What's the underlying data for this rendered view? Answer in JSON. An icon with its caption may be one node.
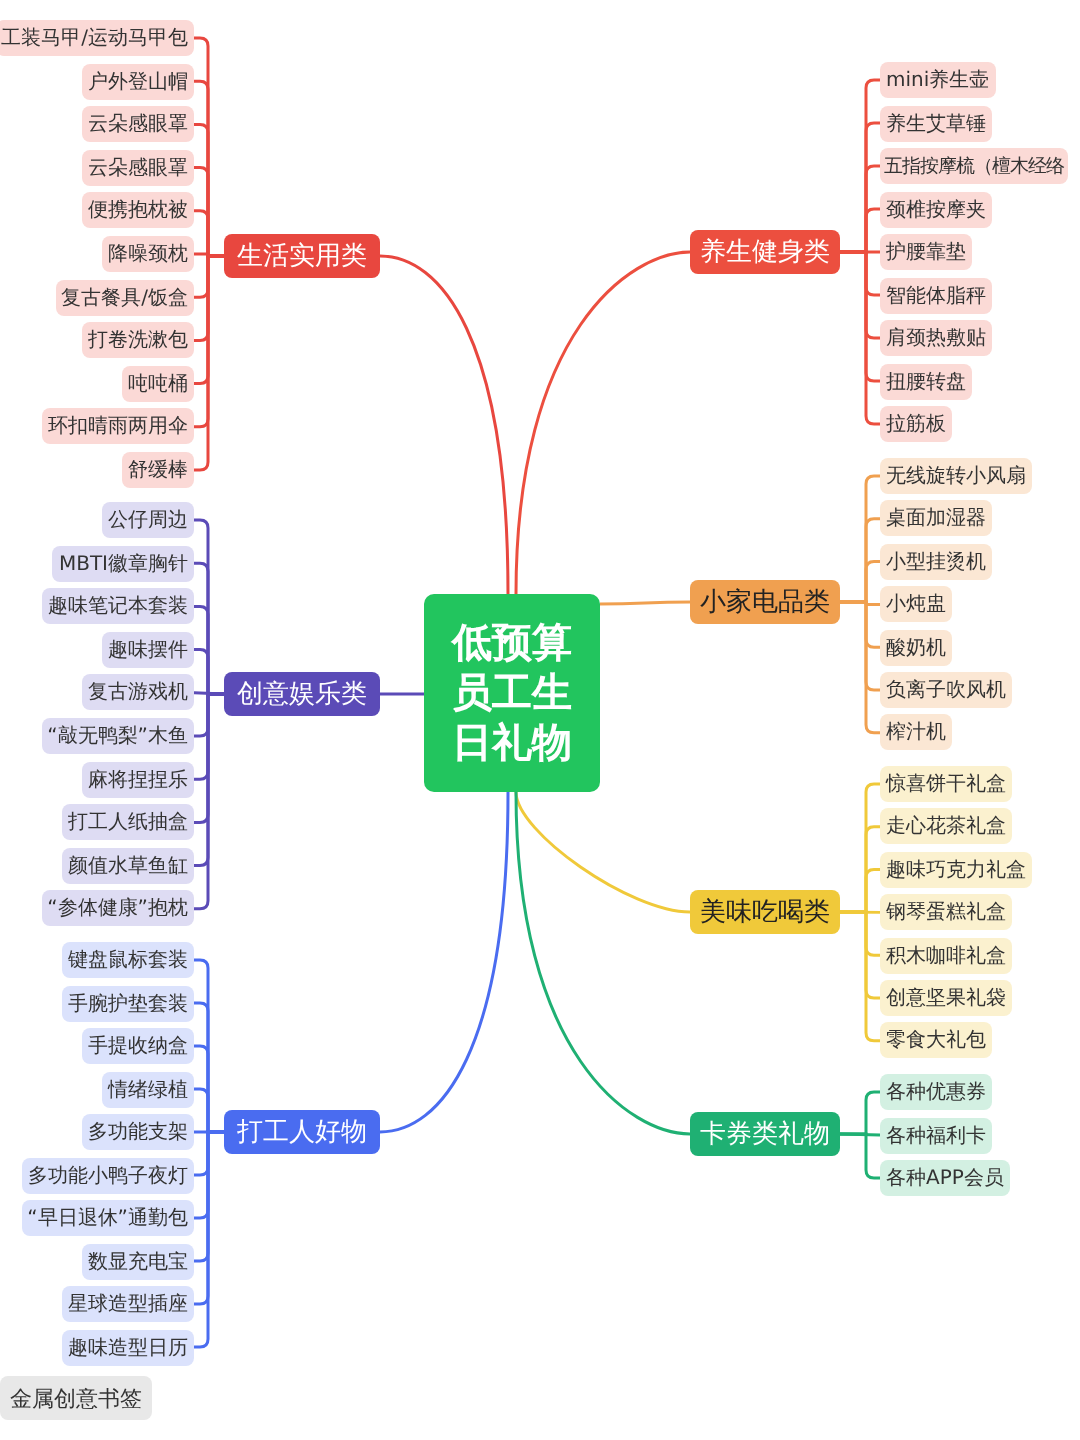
{
  "diagram": {
    "nodes": [
      {
        "text": [
          "低预算员工生日礼物"
        ]
      },
      {
        "text": [
          "生活实用类"
        ]
      },
      {
        "text": [
          "养生健身类"
        ]
      },
      {
        "text": [
          "创意娱乐类"
        ]
      },
      {
        "text": [
          "小家电品类"
        ]
      },
      {
        "text": [
          "打工人好物"
        ]
      },
      {
        "text": [
          "美味吃喝类"
        ]
      },
      {
        "text": [
          "卡券类礼物"
        ]
      },
      {
        "text": [
          "工装马甲/运动马甲包"
        ]
      },
      {
        "text": [
          "户外登山帽"
        ]
      },
      {
        "text": [
          "云朵感眼罩"
        ]
      },
      {
        "text": [
          "云朵感眼罩"
        ]
      },
      {
        "text": [
          "便携抱枕被"
        ]
      },
      {
        "text": [
          "降噪颈枕"
        ]
      },
      {
        "text": [
          "复古餐具/饭盒"
        ]
      },
      {
        "text": [
          "打卷洗漱包"
        ]
      },
      {
        "text": [
          "吨吨桶"
        ]
      },
      {
        "text": [
          "环扣晴雨两用伞"
        ]
      },
      {
        "text": [
          "舒缓棒"
        ]
      },
      {
        "text": [
          "mini养生壶"
        ]
      },
      {
        "text": [
          "养生艾草锤"
        ]
      },
      {
        "text": [
          "五指按摩梳（檀木经络"
        ]
      },
      {
        "text": [
          "颈椎按摩夹"
        ]
      },
      {
        "text": [
          "护腰靠垫"
        ]
      },
      {
        "text": [
          "智能体脂秤"
        ]
      },
      {
        "text": [
          "肩颈热敷贴"
        ]
      },
      {
        "text": [
          "扭腰转盘"
        ]
      },
      {
        "text": [
          "拉筋板"
        ]
      },
      {
        "text": [
          "公仔周边"
        ]
      },
      {
        "text": [
          "MBTI徽章胸针"
        ]
      },
      {
        "text": [
          "趣味笔记本套装"
        ]
      },
      {
        "text": [
          "趣味摆件"
        ]
      },
      {
        "text": [
          "复古游戏机"
        ]
      },
      {
        "text": [
          "“敲无鸭梨”木鱼"
        ]
      },
      {
        "text": [
          "麻将捏捏乐"
        ]
      },
      {
        "text": [
          "打工人纸抽盒"
        ]
      },
      {
        "text": [
          "颜值水草鱼缸"
        ]
      },
      {
        "text": [
          "“参体健康”抱枕"
        ]
      },
      {
        "text": [
          "无线旋转小风扇"
        ]
      },
      {
        "text": [
          "桌面加湿器"
        ]
      },
      {
        "text": [
          "小型挂烫机"
        ]
      },
      {
        "text": [
          "小炖盅"
        ]
      },
      {
        "text": [
          "酸奶机"
        ]
      },
      {
        "text": [
          "负离子吹风机"
        ]
      },
      {
        "text": [
          "榨汁机"
        ]
      },
      {
        "text": [
          "键盘鼠标套装"
        ]
      },
      {
        "text": [
          "手腕护垫套装"
        ]
      },
      {
        "text": [
          "手提收纳盒"
        ]
      },
      {
        "text": [
          "情绪绿植"
        ]
      },
      {
        "text": [
          "多功能支架"
        ]
      },
      {
        "text": [
          "多功能小鸭子夜灯"
        ]
      },
      {
        "text": [
          "“早日退休”通勤包"
        ]
      },
      {
        "text": [
          "数显充电宝"
        ]
      },
      {
        "text": [
          "星球造型插座"
        ]
      },
      {
        "text": [
          "趣味造型日历"
        ]
      },
      {
        "text": [
          "惊喜饼干礼盒"
        ]
      },
      {
        "text": [
          "走心花茶礼盒"
        ]
      },
      {
        "text": [
          "趣味巧克力礼盒"
        ]
      },
      {
        "text": [
          "钢琴蛋糕礼盒"
        ]
      },
      {
        "text": [
          "积木咖啡礼盒"
        ]
      },
      {
        "text": [
          "创意坚果礼袋"
        ]
      },
      {
        "text": [
          "零食大礼包"
        ]
      },
      {
        "text": [
          "各种优惠券"
        ]
      },
      {
        "text": [
          "各种福利卡"
        ]
      },
      {
        "text": [
          "各种APP会员"
        ]
      },
      {
        "text": [
          "金属创意书签"
        ]
      }
    ],
    "edges": [
      {
        "from": 0,
        "to": 1,
        "arrow": "none",
        "color": "#e8473f"
      },
      {
        "from": 0,
        "to": 2,
        "arrow": "none",
        "color": "#ec4f3f"
      },
      {
        "from": 0,
        "to": 3,
        "arrow": "none",
        "color": "#5b4bb7"
      },
      {
        "from": 0,
        "to": 4,
        "arrow": "none",
        "color": "#f0a050"
      },
      {
        "from": 0,
        "to": 5,
        "arrow": "none",
        "color": "#4a6cf0"
      },
      {
        "from": 0,
        "to": 6,
        "arrow": "none",
        "color": "#f0c93a"
      },
      {
        "from": 0,
        "to": 7,
        "arrow": "none",
        "color": "#1fb073"
      },
      {
        "from": 1,
        "to": 8,
        "arrow": "none",
        "color": "#e8473f"
      },
      {
        "from": 1,
        "to": 9,
        "arrow": "none",
        "color": "#e8473f"
      },
      {
        "from": 1,
        "to": 10,
        "arrow": "none",
        "color": "#e8473f"
      },
      {
        "from": 1,
        "to": 11,
        "arrow": "none",
        "color": "#e8473f"
      },
      {
        "from": 1,
        "to": 12,
        "arrow": "none",
        "color": "#e8473f"
      },
      {
        "from": 1,
        "to": 13,
        "arrow": "none",
        "color": "#e8473f"
      },
      {
        "from": 1,
        "to": 14,
        "arrow": "none",
        "color": "#e8473f"
      },
      {
        "from": 1,
        "to": 15,
        "arrow": "none",
        "color": "#e8473f"
      },
      {
        "from": 1,
        "to": 16,
        "arrow": "none",
        "color": "#e8473f"
      },
      {
        "from": 1,
        "to": 17,
        "arrow": "none",
        "color": "#e8473f"
      },
      {
        "from": 1,
        "to": 18,
        "arrow": "none",
        "color": "#e8473f"
      },
      {
        "from": 2,
        "to": 19,
        "arrow": "none",
        "color": "#ec4f3f"
      },
      {
        "from": 2,
        "to": 20,
        "arrow": "none",
        "color": "#ec4f3f"
      },
      {
        "from": 2,
        "to": 21,
        "arrow": "none",
        "color": "#ec4f3f"
      },
      {
        "from": 2,
        "to": 22,
        "arrow": "none",
        "color": "#ec4f3f"
      },
      {
        "from": 2,
        "to": 23,
        "arrow": "none",
        "color": "#ec4f3f"
      },
      {
        "from": 2,
        "to": 24,
        "arrow": "none",
        "color": "#ec4f3f"
      },
      {
        "from": 2,
        "to": 25,
        "arrow": "none",
        "color": "#ec4f3f"
      },
      {
        "from": 2,
        "to": 26,
        "arrow": "none",
        "color": "#ec4f3f"
      },
      {
        "from": 2,
        "to": 27,
        "arrow": "none",
        "color": "#ec4f3f"
      },
      {
        "from": 3,
        "to": 28,
        "arrow": "none",
        "color": "#5b4bb7"
      },
      {
        "from": 3,
        "to": 29,
        "arrow": "none",
        "color": "#5b4bb7"
      },
      {
        "from": 3,
        "to": 30,
        "arrow": "none",
        "color": "#5b4bb7"
      },
      {
        "from": 3,
        "to": 31,
        "arrow": "none",
        "color": "#5b4bb7"
      },
      {
        "from": 3,
        "to": 32,
        "arrow": "none",
        "color": "#5b4bb7"
      },
      {
        "from": 3,
        "to": 33,
        "arrow": "none",
        "color": "#5b4bb7"
      },
      {
        "from": 3,
        "to": 34,
        "arrow": "none",
        "color": "#5b4bb7"
      },
      {
        "from": 3,
        "to": 35,
        "arrow": "none",
        "color": "#5b4bb7"
      },
      {
        "from": 3,
        "to": 36,
        "arrow": "none",
        "color": "#5b4bb7"
      },
      {
        "from": 3,
        "to": 37,
        "arrow": "none",
        "color": "#5b4bb7"
      },
      {
        "from": 4,
        "to": 38,
        "arrow": "none",
        "color": "#f0a050"
      },
      {
        "from": 4,
        "to": 39,
        "arrow": "none",
        "color": "#f0a050"
      },
      {
        "from": 4,
        "to": 40,
        "arrow": "none",
        "color": "#f0a050"
      },
      {
        "from": 4,
        "to": 41,
        "arrow": "none",
        "color": "#f0a050"
      },
      {
        "from": 4,
        "to": 42,
        "arrow": "none",
        "color": "#f0a050"
      },
      {
        "from": 4,
        "to": 43,
        "arrow": "none",
        "color": "#f0a050"
      },
      {
        "from": 4,
        "to": 44,
        "arrow": "none",
        "color": "#f0a050"
      },
      {
        "from": 5,
        "to": 45,
        "arrow": "none",
        "color": "#4a6cf0"
      },
      {
        "from": 5,
        "to": 46,
        "arrow": "none",
        "color": "#4a6cf0"
      },
      {
        "from": 5,
        "to": 47,
        "arrow": "none",
        "color": "#4a6cf0"
      },
      {
        "from": 5,
        "to": 48,
        "arrow": "none",
        "color": "#4a6cf0"
      },
      {
        "from": 5,
        "to": 49,
        "arrow": "none",
        "color": "#4a6cf0"
      },
      {
        "from": 5,
        "to": 50,
        "arrow": "none",
        "color": "#4a6cf0"
      },
      {
        "from": 5,
        "to": 51,
        "arrow": "none",
        "color": "#4a6cf0"
      },
      {
        "from": 5,
        "to": 52,
        "arrow": "none",
        "color": "#4a6cf0"
      },
      {
        "from": 5,
        "to": 53,
        "arrow": "none",
        "color": "#4a6cf0"
      },
      {
        "from": 5,
        "to": 54,
        "arrow": "none",
        "color": "#4a6cf0"
      },
      {
        "from": 6,
        "to": 55,
        "arrow": "none",
        "color": "#f0c93a"
      },
      {
        "from": 6,
        "to": 56,
        "arrow": "none",
        "color": "#f0c93a"
      },
      {
        "from": 6,
        "to": 57,
        "arrow": "none",
        "color": "#f0c93a"
      },
      {
        "from": 6,
        "to": 58,
        "arrow": "none",
        "color": "#f0c93a"
      },
      {
        "from": 6,
        "to": 59,
        "arrow": "none",
        "color": "#f0c93a"
      },
      {
        "from": 6,
        "to": 60,
        "arrow": "none",
        "color": "#f0c93a"
      },
      {
        "from": 6,
        "to": 61,
        "arrow": "none",
        "color": "#f0c93a"
      },
      {
        "from": 7,
        "to": 62,
        "arrow": "none",
        "color": "#1fb073"
      },
      {
        "from": 7,
        "to": 63,
        "arrow": "none",
        "color": "#1fb073"
      },
      {
        "from": 7,
        "to": 64,
        "arrow": "none",
        "color": "#1fb073"
      }
    ]
  }
}
